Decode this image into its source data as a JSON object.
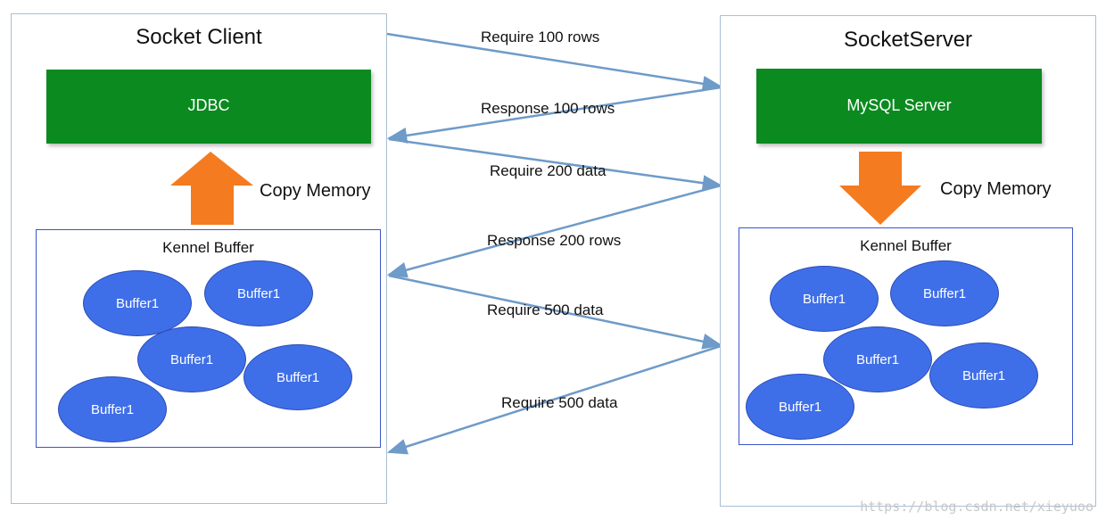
{
  "client": {
    "title": "Socket Client",
    "jdbc_label": "JDBC",
    "copy_label": "Copy Memory",
    "kernel_buffer_title": "Kennel Buffer",
    "buffers": [
      "Buffer1",
      "Buffer1",
      "Buffer1",
      "Buffer1",
      "Buffer1"
    ]
  },
  "server": {
    "title": "SocketServer",
    "mysql_label": "MySQL Server",
    "copy_label": "Copy Memory",
    "kernel_buffer_title": "Kennel Buffer",
    "buffers": [
      "Buffer1",
      "Buffer1",
      "Buffer1",
      "Buffer1",
      "Buffer1"
    ]
  },
  "messages": [
    "Require 100 rows",
    "Response 100 rows",
    "Require 200 data",
    "Response 200 rows",
    "Require 500 data",
    "Require 500 data"
  ],
  "watermark": "https://blog.csdn.net/xieyuoo",
  "colors": {
    "green": "#0a8a1f",
    "buffer_fill": "#3f6fe8",
    "arrow_orange": "#f47b20",
    "connector": "#6e9bc8"
  }
}
